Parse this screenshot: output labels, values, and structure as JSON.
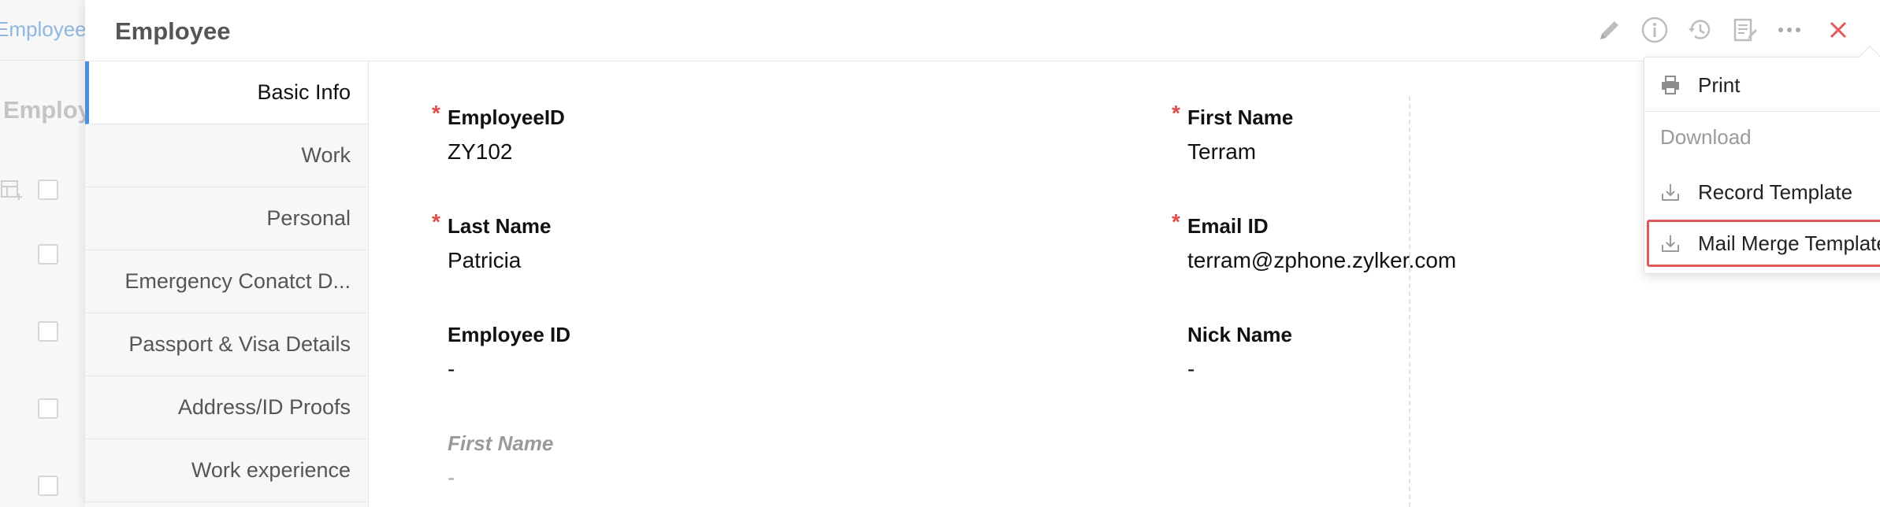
{
  "background": {
    "tab_label": "Employee",
    "page_title": "Employ"
  },
  "panel": {
    "title": "Employee"
  },
  "nav": {
    "items": [
      {
        "label": "Basic Info"
      },
      {
        "label": "Work"
      },
      {
        "label": "Personal"
      },
      {
        "label": "Emergency Conatct D..."
      },
      {
        "label": "Passport & Visa Details"
      },
      {
        "label": "Address/ID Proofs"
      },
      {
        "label": "Work experience"
      }
    ]
  },
  "fields": {
    "employee_id_req": {
      "label": "EmployeeID",
      "value": "ZY102"
    },
    "first_name_req": {
      "label": "First Name",
      "value": "Terram"
    },
    "last_name": {
      "label": "Last Name",
      "value": "Patricia"
    },
    "email": {
      "label": "Email ID",
      "value": "terram@zphone.zylker.com"
    },
    "employee_id": {
      "label": "Employee ID",
      "value": "-"
    },
    "nick_name": {
      "label": "Nick Name",
      "value": "-"
    },
    "first_name_ghost": {
      "label": "First Name",
      "value": "-"
    }
  },
  "menu": {
    "print": "Print",
    "download_section": "Download",
    "record_template": "Record Template",
    "mail_merge_template": "Mail Merge Template"
  },
  "colors": {
    "accent": "#4a90e2",
    "required": "#e14b4b",
    "close": "#e05a5a"
  }
}
